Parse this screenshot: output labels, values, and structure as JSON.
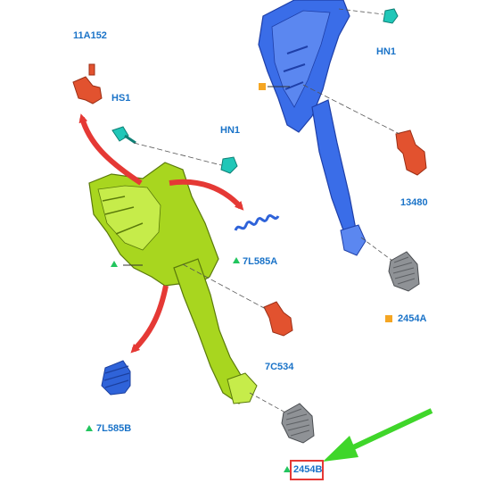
{
  "labels": {
    "p11a152": "11A152",
    "hs1": "HS1",
    "hn1_left": "HN1",
    "hn1_right": "HN1",
    "p13480": "13480",
    "p7l585a": "7L585A",
    "p7c534": "7C534",
    "p7l585b": "7L585B",
    "p2454a": "2454A",
    "p2454b": "2454B"
  },
  "colors": {
    "label_text": "#1a73c8",
    "arm_green": "#a8d61f",
    "arm_blue": "#3a6de8",
    "sensor_red": "#e2522f",
    "pad_grey": "#8f9296",
    "arrow_red": "#e53935",
    "pointer_green": "#3fd62a",
    "marker_triangle": "#22c55e",
    "marker_square": "#f5a623",
    "highlight_box": "#e53935"
  }
}
